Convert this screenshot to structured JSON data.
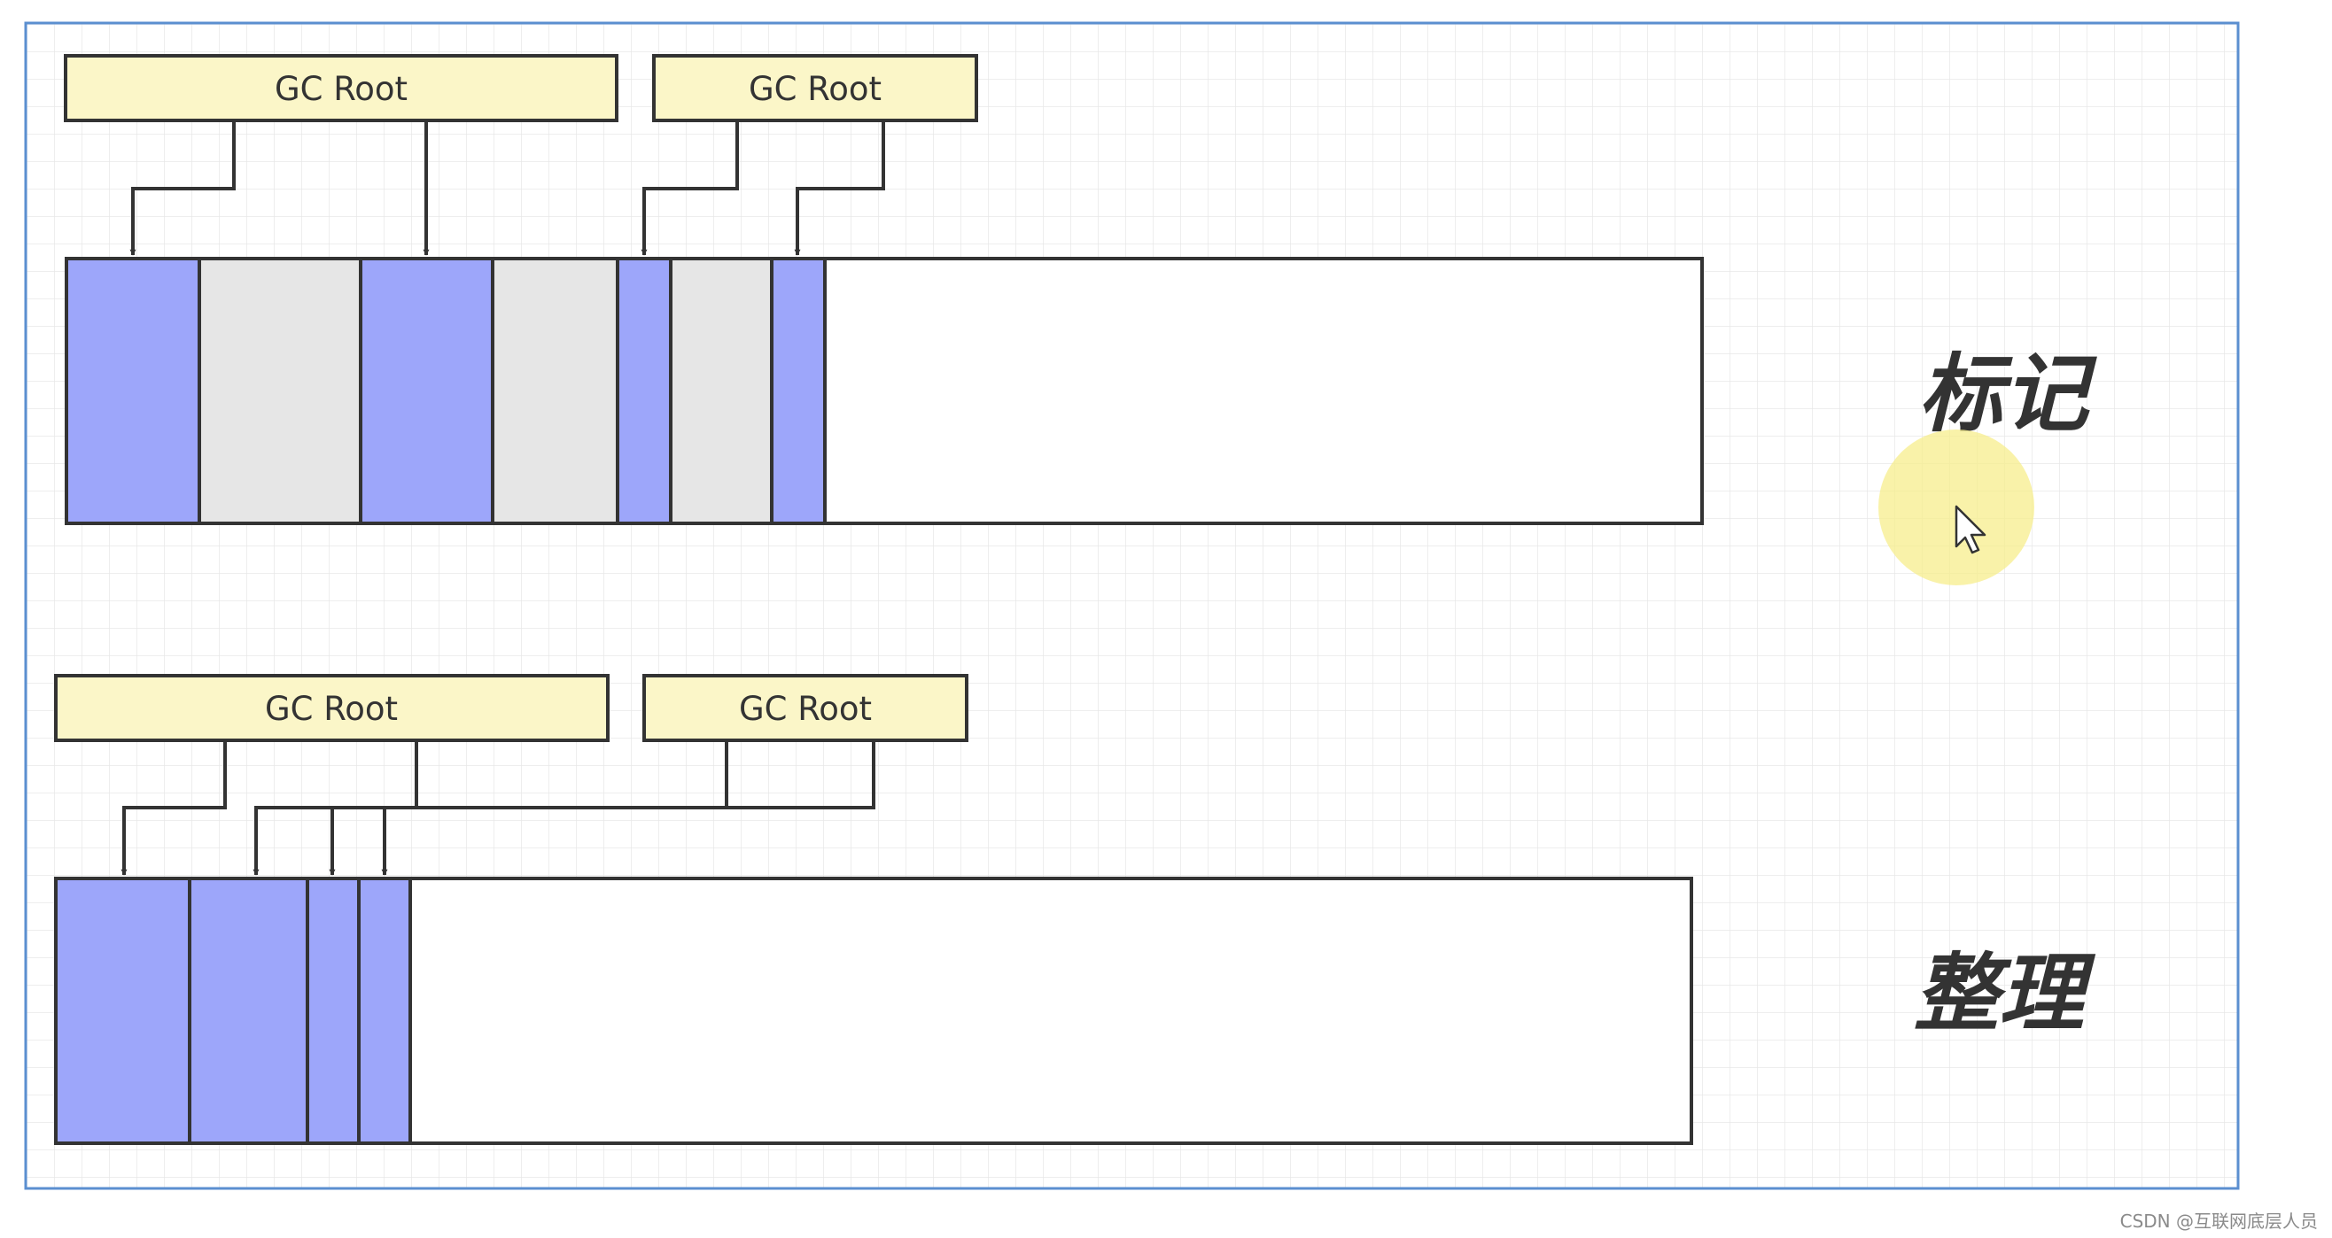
{
  "colors": {
    "frame": "#5b8fd0",
    "grid": "#e8e8e8",
    "root_fill": "#fbf6c8",
    "outline": "#333333",
    "live": "#9da6fa",
    "garbage": "#e6e6e6",
    "free": "#ffffff",
    "cursor_halo": "#f7ee8c"
  },
  "icons": [
    "pointer-cursor-icon"
  ],
  "mark_phase": {
    "label": "标记",
    "roots": [
      {
        "label": "GC Root"
      },
      {
        "label": "GC Root"
      }
    ],
    "memory": [
      {
        "state": "live"
      },
      {
        "state": "garbage"
      },
      {
        "state": "live"
      },
      {
        "state": "garbage"
      },
      {
        "state": "live"
      },
      {
        "state": "garbage"
      },
      {
        "state": "live"
      },
      {
        "state": "free"
      }
    ]
  },
  "compact_phase": {
    "label": "整理",
    "roots": [
      {
        "label": "GC Root"
      },
      {
        "label": "GC Root"
      }
    ],
    "memory": [
      {
        "state": "live"
      },
      {
        "state": "live"
      },
      {
        "state": "live"
      },
      {
        "state": "live"
      },
      {
        "state": "free"
      }
    ]
  },
  "watermark": "CSDN @互联网底层人员"
}
